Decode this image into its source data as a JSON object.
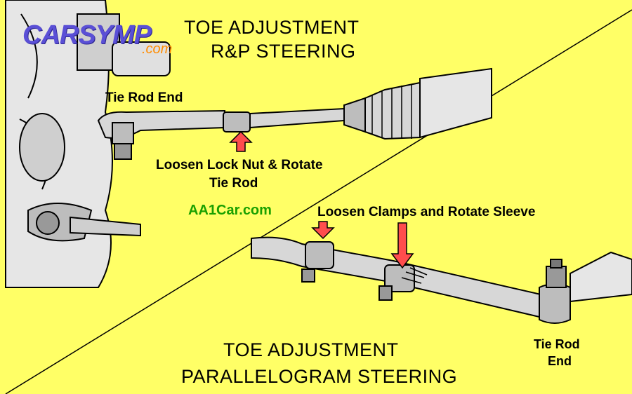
{
  "logo": {
    "main": "CARSYMP",
    "sub": ".com"
  },
  "rack_pinion": {
    "title_line1": "TOE ADJUSTMENT",
    "title_line2": "R&P STEERING",
    "tie_rod_end_label": "Tie Rod End",
    "lock_nut_line1": "Loosen Lock Nut & Rotate",
    "lock_nut_line2": "Tie Rod"
  },
  "watermark": "AA1Car.com",
  "parallelogram": {
    "clamps_label": "Loosen Clamps and Rotate Sleeve",
    "tie_rod_end_line1": "Tie Rod",
    "tie_rod_end_line2": "End",
    "title_line1": "TOE ADJUSTMENT",
    "title_line2": "PARALLELOGRAM STEERING"
  },
  "colors": {
    "background": "#ffff66",
    "arrow": "#ff4d4d",
    "part_fill": "#d7d7d7",
    "outline": "#000000",
    "watermark": "#1aa000",
    "logo": "#5a4fd6",
    "logo_sub": "#ff8c00"
  }
}
